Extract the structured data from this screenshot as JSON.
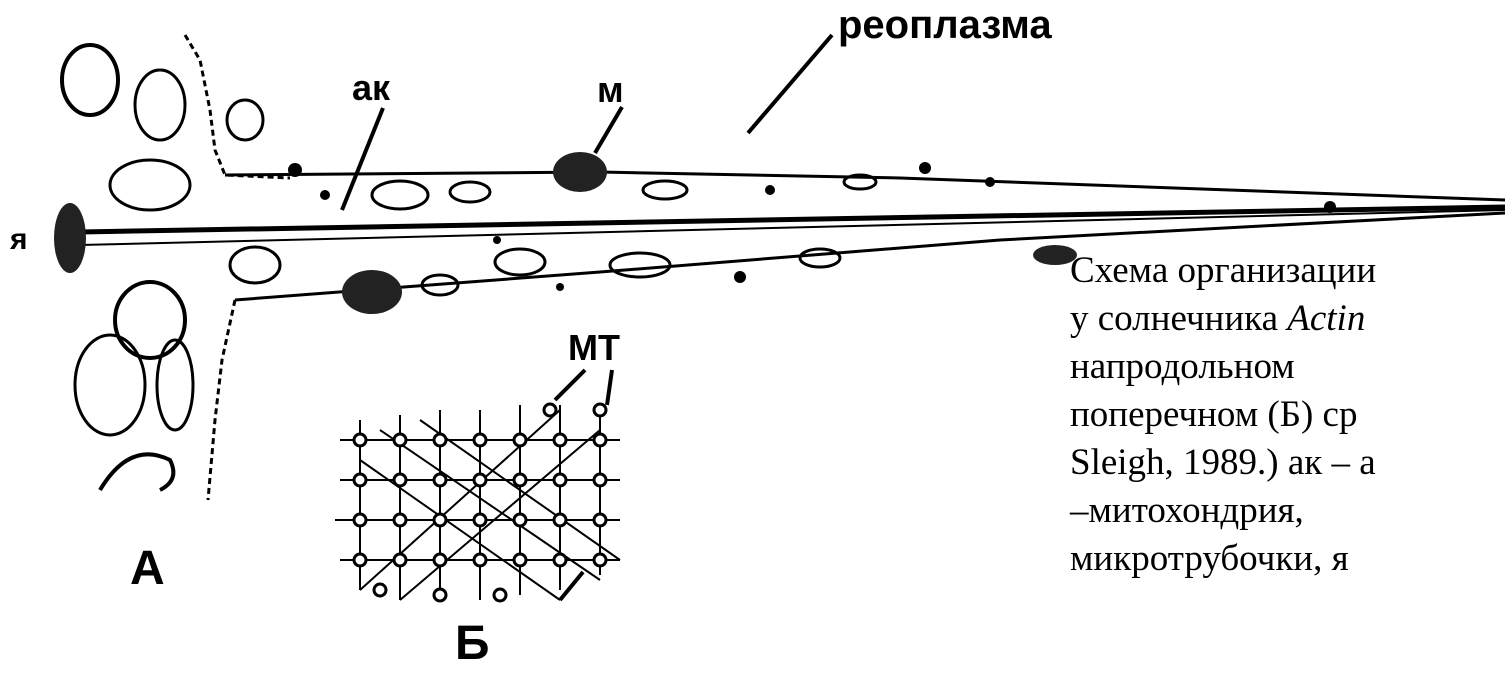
{
  "labels": {
    "top_label": "реоплазма",
    "axoneme": "ак",
    "mitochondrion": "м",
    "nucleus": "я",
    "microtubules": "МТ",
    "panel_a": "А",
    "panel_b": "Б"
  },
  "caption": {
    "line1": "Схема организации",
    "line2_pre": "у солнечника ",
    "line2_italic": "Actin",
    "line3_a": "на",
    "line3_b": "продольном",
    "line4": "поперечном (Б) ср",
    "line5": "Sleigh, 1989.) ак – а",
    "line6_a": "–",
    "line6_b": "митохондрия,",
    "line7": "микротрубочки, я"
  }
}
